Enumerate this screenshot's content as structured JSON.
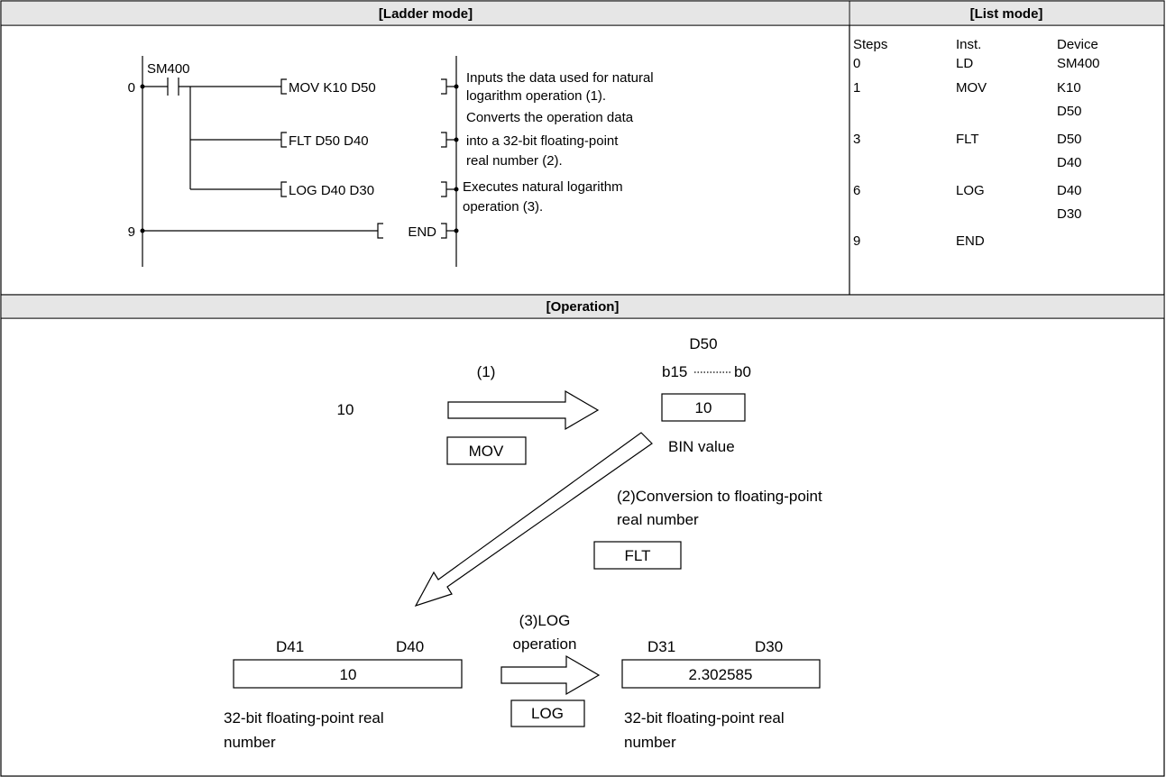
{
  "headers": {
    "ladder_mode": "[Ladder mode]",
    "list_mode": "[List mode]",
    "operation": "[Operation]"
  },
  "ladder": {
    "contact": "SM400",
    "step_top": "0",
    "step_end": "9",
    "rung1": "MOV K10 D50",
    "rung2": "FLT D50 D40",
    "rung3": "LOG D40 D30",
    "end": "END",
    "comments": {
      "c1_line1": "Inputs the data used for natural",
      "c1_line2": "logarithm operation (1).",
      "c2_line1": "Converts the operation data",
      "c2_line2": "into a 32-bit floating-point",
      "c2_line3": "real number (2).",
      "c3_line1": "Executes natural logarithm",
      "c3_line2": "operation (3)."
    }
  },
  "list": {
    "columns": [
      "Steps",
      "Inst.",
      "Device"
    ],
    "rows": [
      [
        "0",
        "LD",
        "SM400"
      ],
      [
        "1",
        "MOV",
        "K10"
      ],
      [
        "",
        "",
        "D50"
      ],
      [
        "3",
        "FLT",
        "D50"
      ],
      [
        "",
        "",
        "D40"
      ],
      [
        "6",
        "LOG",
        "D40"
      ],
      [
        "",
        "",
        "D30"
      ],
      [
        "9",
        "END",
        ""
      ]
    ]
  },
  "operation": {
    "source_value": "10",
    "step1_label": "(1)",
    "mov": "MOV",
    "d50_label": "D50",
    "bit_range_hi": "b15",
    "bit_range_lo": "b0",
    "d50_value": "10",
    "bin_value": "BIN value",
    "step2_line1": "(2)Conversion to floating-point",
    "step2_line2": "real number",
    "flt": "FLT",
    "step3_line1": "(3)LOG",
    "step3_line2": "operation",
    "d41_label": "D41",
    "d40_label": "D40",
    "d40_value": "10",
    "d31_label": "D31",
    "d30_label": "D30",
    "d30_value": "2.302585",
    "log": "LOG",
    "float_line1": "32-bit floating-point real",
    "float_line2": "number"
  }
}
